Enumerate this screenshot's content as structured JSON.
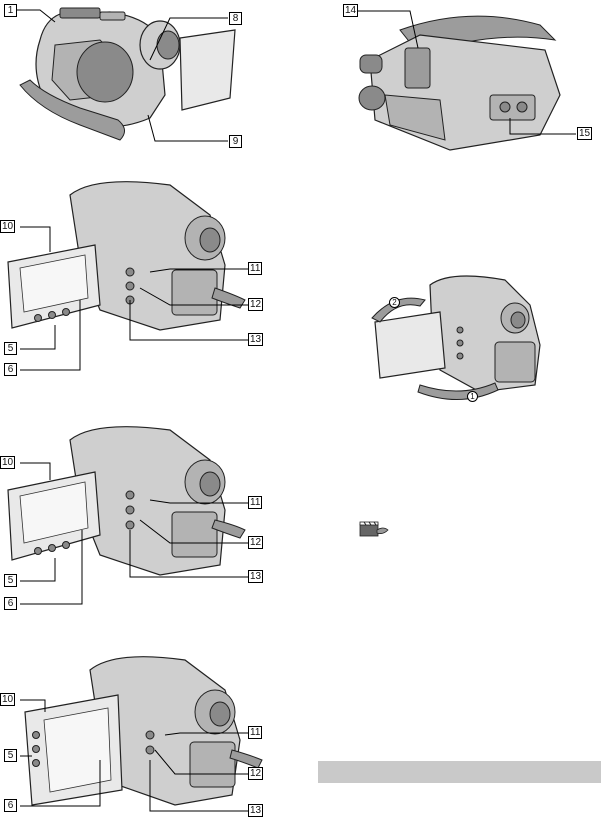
{
  "callouts": {
    "fig1_left": "1",
    "fig1_right_top": "8",
    "fig1_right_bottom": "9",
    "fig2_lcd": "10",
    "fig2_r1": "11",
    "fig2_r2": "12",
    "fig2_r3": "13",
    "fig2_l1": "5",
    "fig2_l2": "6",
    "fig3_lcd": "10",
    "fig3_r1": "11",
    "fig3_r2": "12",
    "fig3_r3": "13",
    "fig3_l1": "5",
    "fig3_l2": "6",
    "fig4_lcd": "10",
    "fig4_r1": "11",
    "fig4_r2": "12",
    "fig4_r3": "13",
    "fig4_l1": "5",
    "fig4_l2": "6",
    "fig5_top": "14",
    "fig5_right": "15"
  },
  "steps": {
    "open_step_1": "1",
    "open_step_2": "2"
  },
  "icons": {
    "movie": "film-clapper-icon"
  }
}
